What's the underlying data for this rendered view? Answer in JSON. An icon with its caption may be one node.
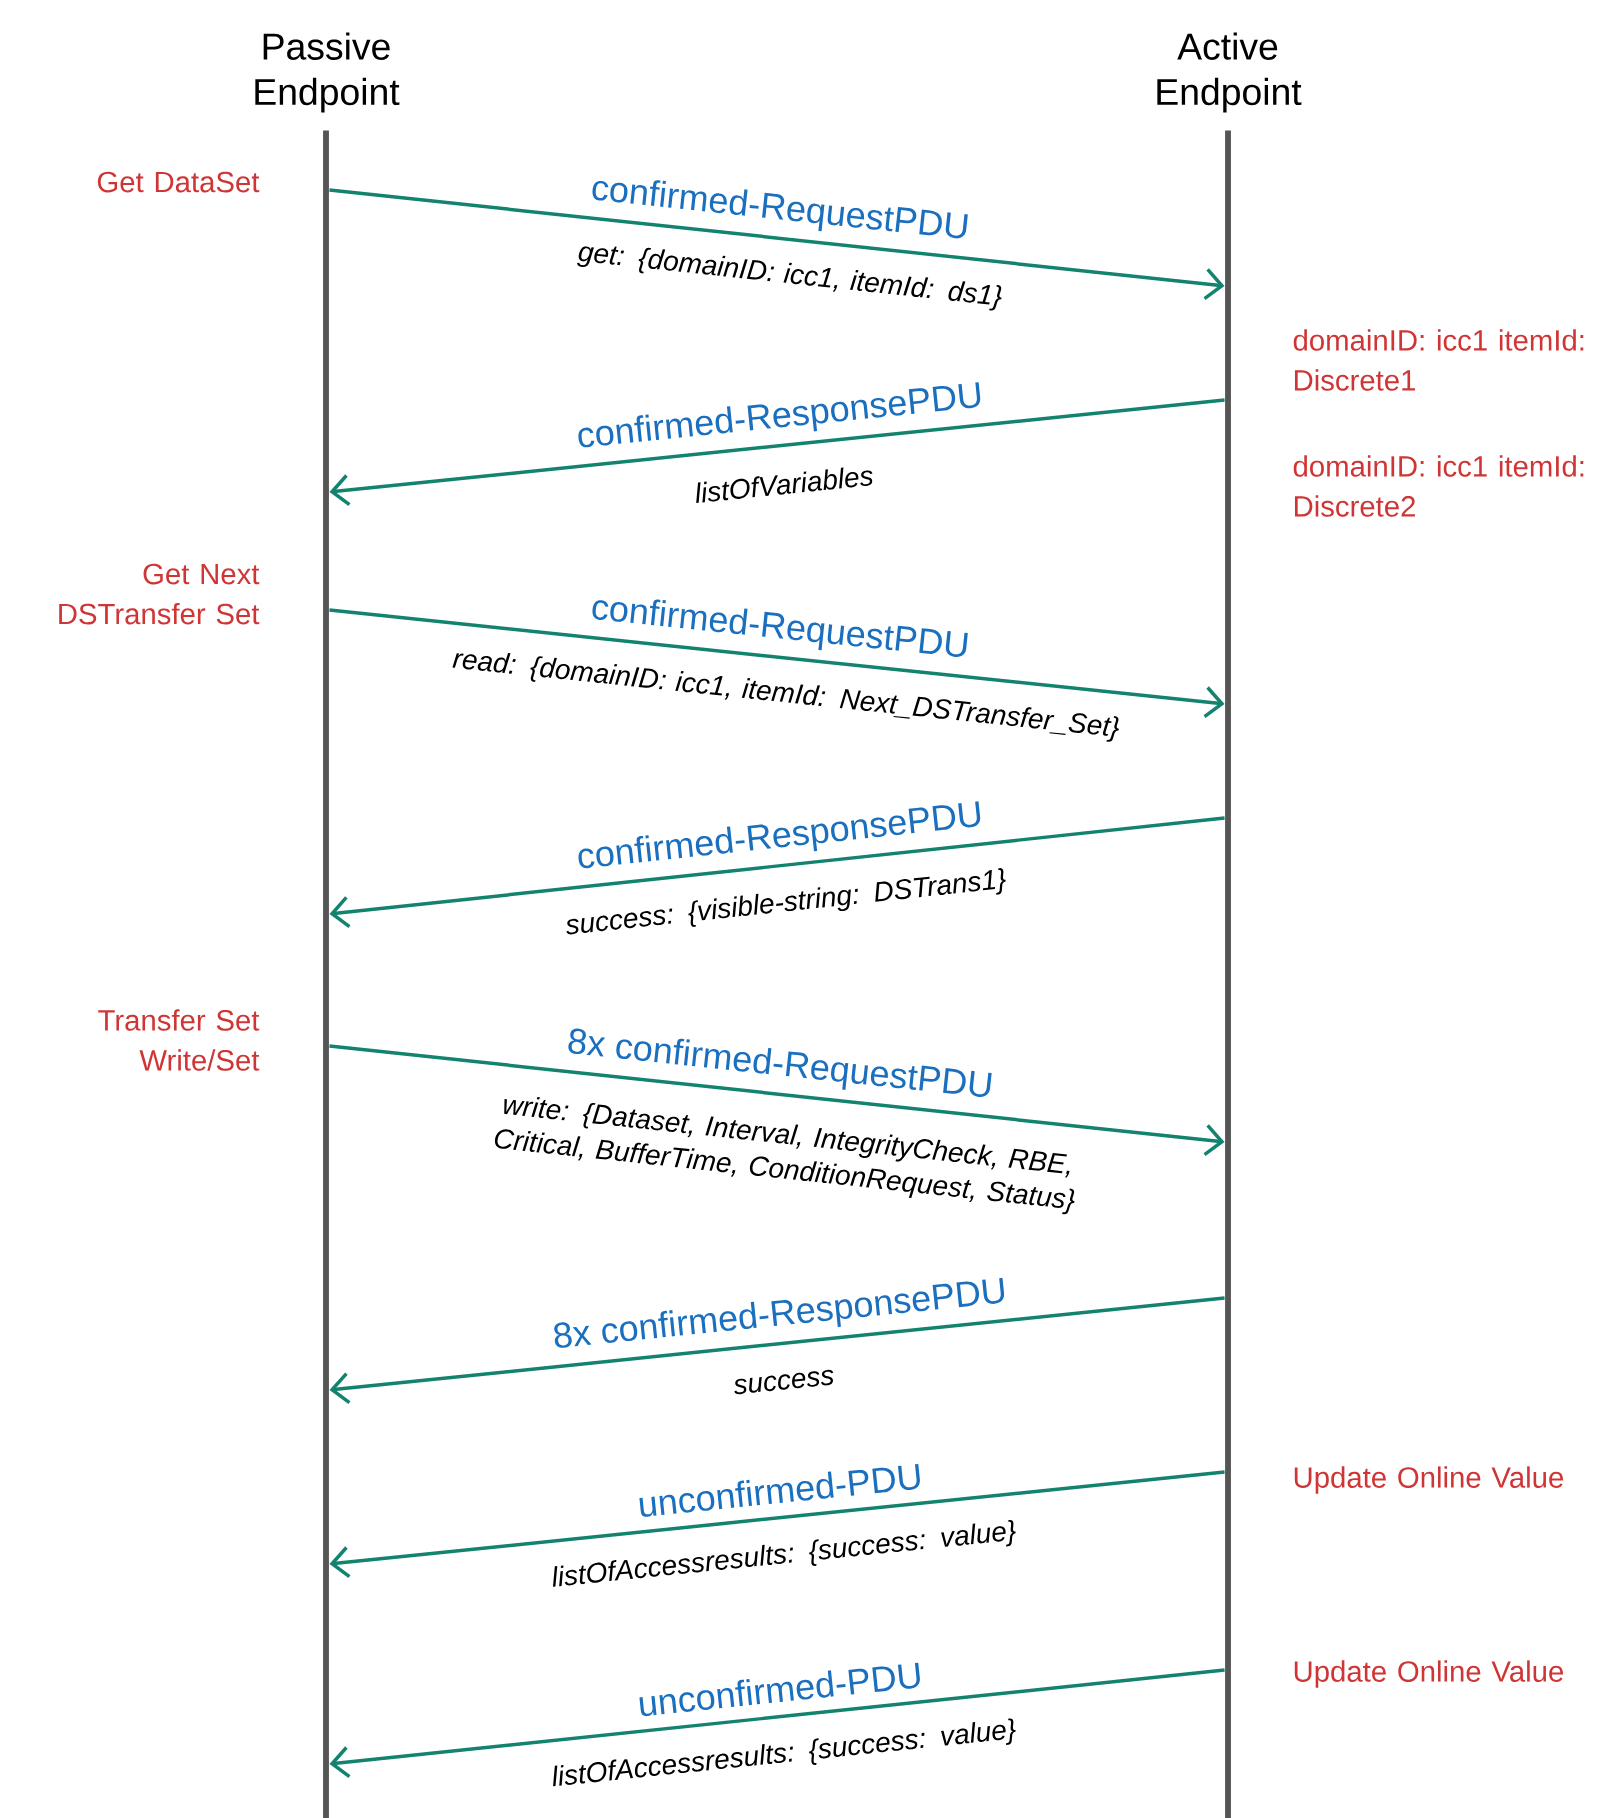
{
  "diagram": {
    "nodes": [
      {
        "text": [
          "Passive Endpoint"
        ]
      },
      {
        "text": [
          "Active Endpoint"
        ]
      }
    ],
    "edges": [
      {
        "from": 0,
        "to": 1,
        "arrow": "to",
        "label": "confirmed-RequestPDU"
      },
      {
        "from": 1,
        "to": 0,
        "arrow": "to",
        "label": "confirmed-ResponsePDU"
      },
      {
        "from": 0,
        "to": 1,
        "arrow": "to",
        "label": "confirmed-RequestPDU"
      },
      {
        "from": 1,
        "to": 0,
        "arrow": "to",
        "label": "confirmed-ResponsePDU"
      },
      {
        "from": 0,
        "to": 1,
        "arrow": "to",
        "label": "8x confirmed-RequestPDU"
      },
      {
        "from": 1,
        "to": 0,
        "arrow": "to",
        "label": "8x confirmed-ResponsePDU"
      },
      {
        "from": 1,
        "to": 0,
        "arrow": "to",
        "label": "unconfirmed-PDU"
      },
      {
        "from": 1,
        "to": 0,
        "arrow": "to",
        "label": "unconfirmed-PDU"
      }
    ],
    "labels": [
      "Get DataSet",
      "get: {domainID: icc1, itemId: ds1}",
      "domainID: icc1 itemId: Discrete1",
      "listOfVariables",
      "domainID: icc1 itemId: Discrete2",
      "Get Next DSTransfer Set",
      "read: {domainID: icc1, itemId: Next_DSTransfer_Set}",
      "success: {visible-string: DSTrans1}",
      "Transfer Set Write/Set",
      "write: {Dataset, Interval, IntegrityCheck, RBE, Critical, BufferTime, ConditionRequest, Status}",
      "success",
      "Update Online Value",
      "listOfAccessresults: {success: value}",
      "Update Online Value",
      "listOfAccessresults: {success: value}"
    ]
  }
}
